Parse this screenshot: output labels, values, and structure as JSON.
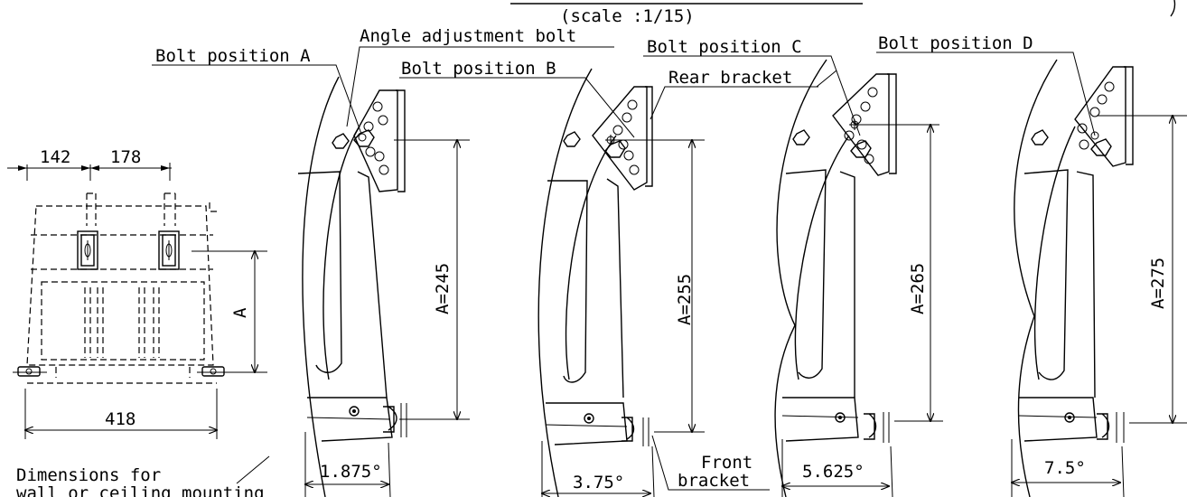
{
  "header": {
    "scale": "(scale :1/15)"
  },
  "labels": {
    "bolt_a": "Bolt position A",
    "angle_adjustment_bolt": "Angle adjustment bolt",
    "bolt_b": "Bolt position B",
    "bolt_c": "Bolt position C",
    "rear_bracket": "Rear bracket",
    "bolt_d": "Bolt position D",
    "front_bracket_line1": "Front",
    "front_bracket_line2": "bracket",
    "caption_line1": "Dimensions for",
    "caption_line2": "wall or ceiling mounting"
  },
  "top_view": {
    "dim_left": "142",
    "dim_right": "178",
    "dim_bottom": "418",
    "dim_a": "A"
  },
  "positions": [
    {
      "label": "A=245",
      "angle": "1.875°"
    },
    {
      "label": "A=255",
      "angle": "3.75°"
    },
    {
      "label": "A=265",
      "angle": "5.625°"
    },
    {
      "label": "A=275",
      "angle": "7.5°"
    }
  ]
}
